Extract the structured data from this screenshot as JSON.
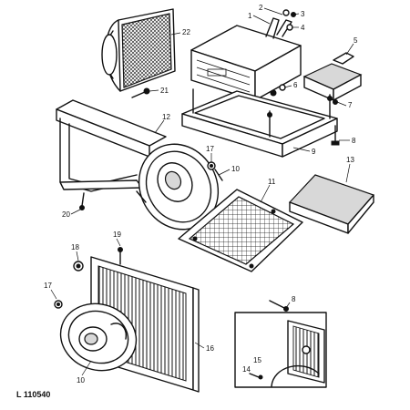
{
  "drawing_ref": "L 110540",
  "callouts": [
    "1",
    "2",
    "3",
    "4",
    "5",
    "6",
    "7",
    "8",
    "9",
    "10",
    "11",
    "12",
    "13",
    "14",
    "15",
    "16",
    "17",
    "18",
    "19",
    "20",
    "21",
    "22"
  ],
  "inset_callouts": [
    "14",
    "15"
  ]
}
